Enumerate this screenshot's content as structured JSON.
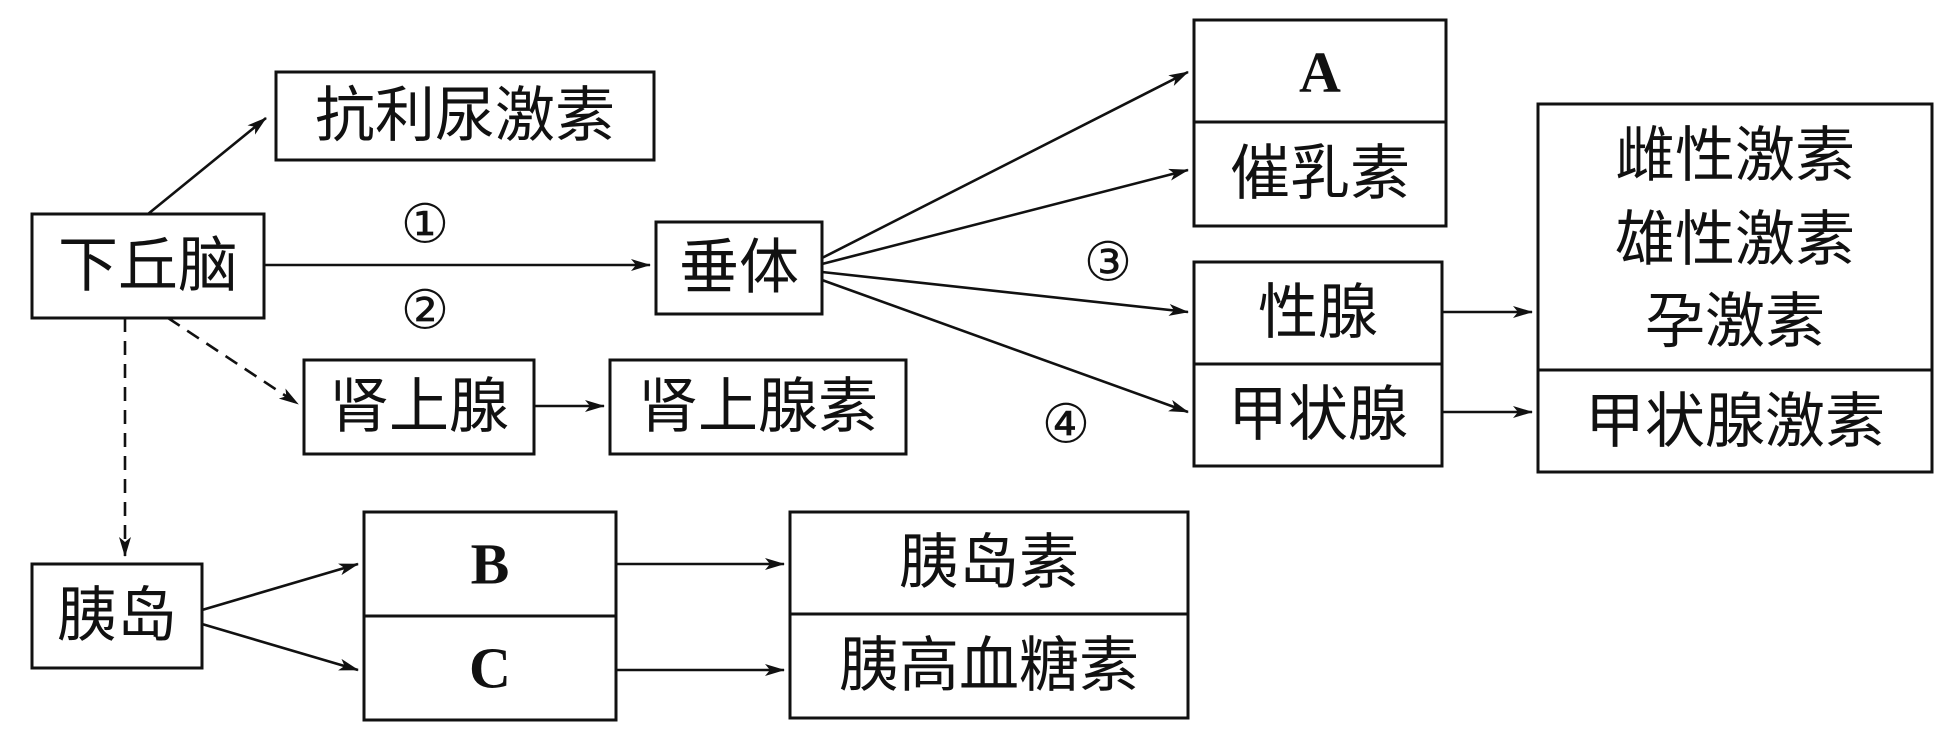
{
  "nodes": {
    "hypothalamus": "下丘脑",
    "adh": "抗利尿激素",
    "pituitary": "垂体",
    "adrenal_gland": "肾上腺",
    "adrenaline": "肾上腺素",
    "pancreatic_islet": "胰岛",
    "a": "A",
    "oxytocin": "催乳素",
    "gonad": "性腺",
    "thyroid": "甲状腺",
    "estrogen": "雌性激素",
    "androgen": "雄性激素",
    "progesterone": "孕激素",
    "thyroid_hormone": "甲状腺激素",
    "b": "B",
    "c": "C",
    "insulin": "胰岛素",
    "glucagon": "胰高血糖素"
  },
  "labels": {
    "n1": "①",
    "n2": "②",
    "n3": "③",
    "n4": "④"
  }
}
